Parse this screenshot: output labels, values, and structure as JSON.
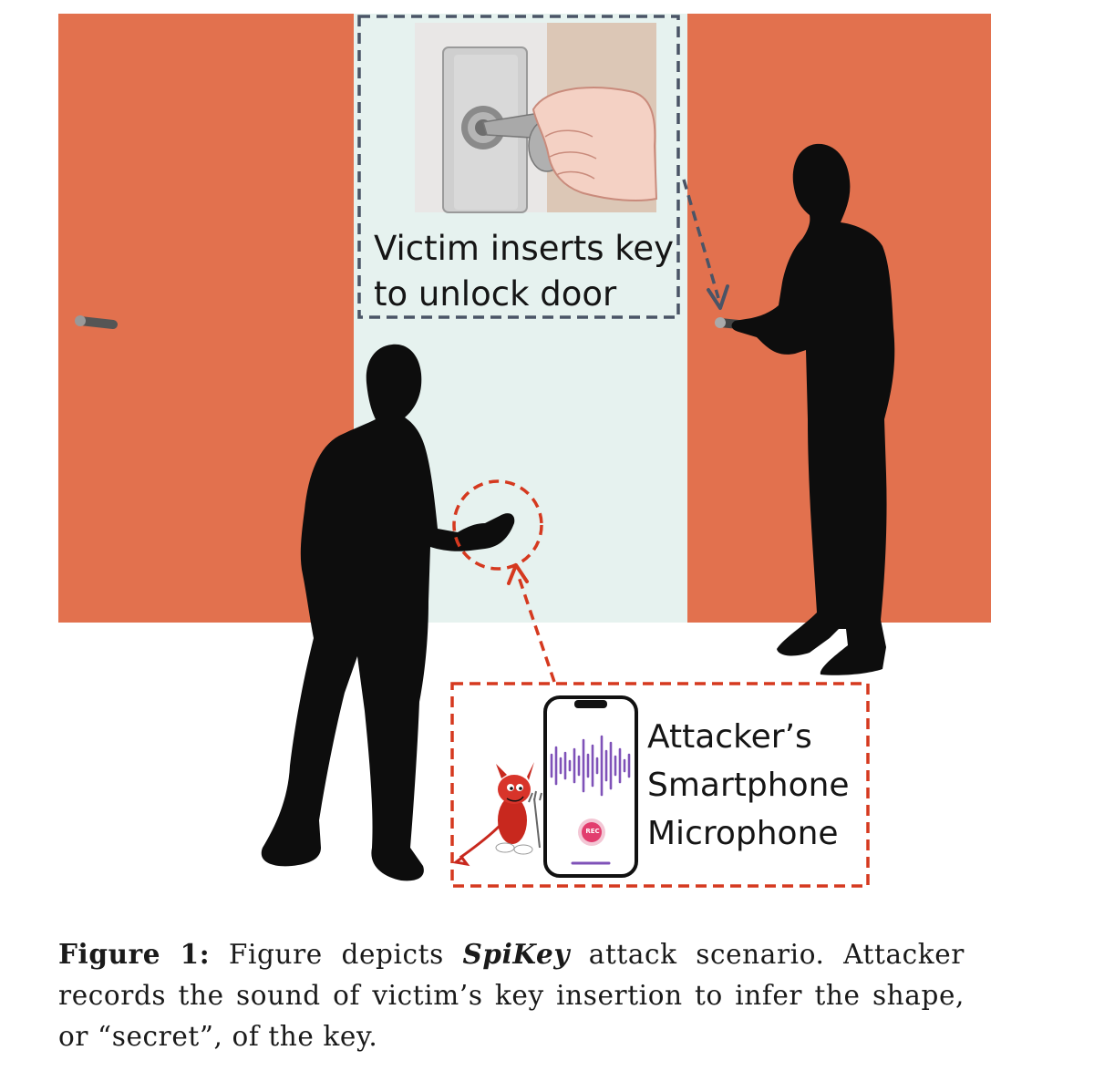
{
  "scene": {
    "victim_label_line1": "Victim inserts key",
    "victim_label_line2": "to unlock door",
    "attacker_label_line1": "Attacker’s",
    "attacker_label_line2": "Smartphone",
    "attacker_label_line3": "Microphone",
    "rec_button_text": "REC",
    "colors": {
      "door": "#E2714E",
      "wall": "#E6F2EF",
      "victim_box_border": "#4A5466",
      "attacker_box_border": "#D5391F",
      "silhouette": "#0d0d0d",
      "waveform": "#7F52B8",
      "rec_button": "#E23D6E"
    }
  },
  "caption": {
    "label": "Figure 1:",
    "text_before": " Figure depicts ",
    "emphasis": "SpiKey",
    "text_after": " attack scenario. Attacker records the sound of victim’s key insertion to infer the shape, or “secret”, of the key."
  }
}
